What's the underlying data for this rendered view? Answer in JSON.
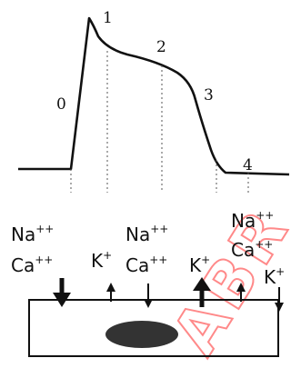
{
  "phases": [
    "0",
    "1",
    "2",
    "3",
    "4"
  ],
  "ions": {
    "na": "Na",
    "ca": "Ca",
    "k": "K",
    "double_plus": "++",
    "single_plus": "+"
  },
  "watermark": "ABR",
  "colors": {
    "ink": "#111111",
    "cell_nucleus": "#333333",
    "watermark": "#ff2a2a"
  }
}
